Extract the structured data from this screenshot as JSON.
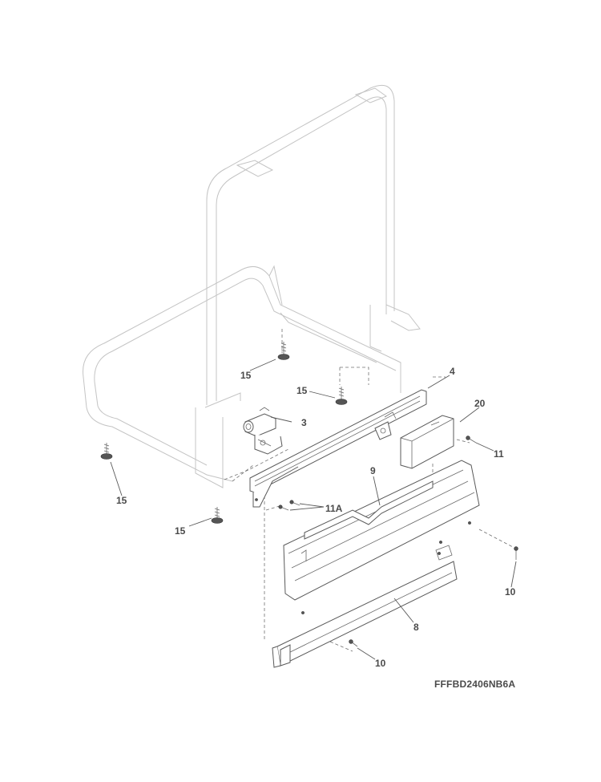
{
  "diagram": {
    "model_code": "FFFBD2406NB6A",
    "labels": {
      "p3": "3",
      "p4": "4",
      "p8": "8",
      "p9": "9",
      "p10a": "10",
      "p10b": "10",
      "p11": "11",
      "p11a": "11A",
      "p15a": "15",
      "p15b": "15",
      "p15c": "15",
      "p15d": "15",
      "p20": "20"
    }
  },
  "colors": {
    "frame_outline": "#c4c4c4",
    "part_outline": "#5a5a5a",
    "label_text": "#4a4a4a"
  }
}
